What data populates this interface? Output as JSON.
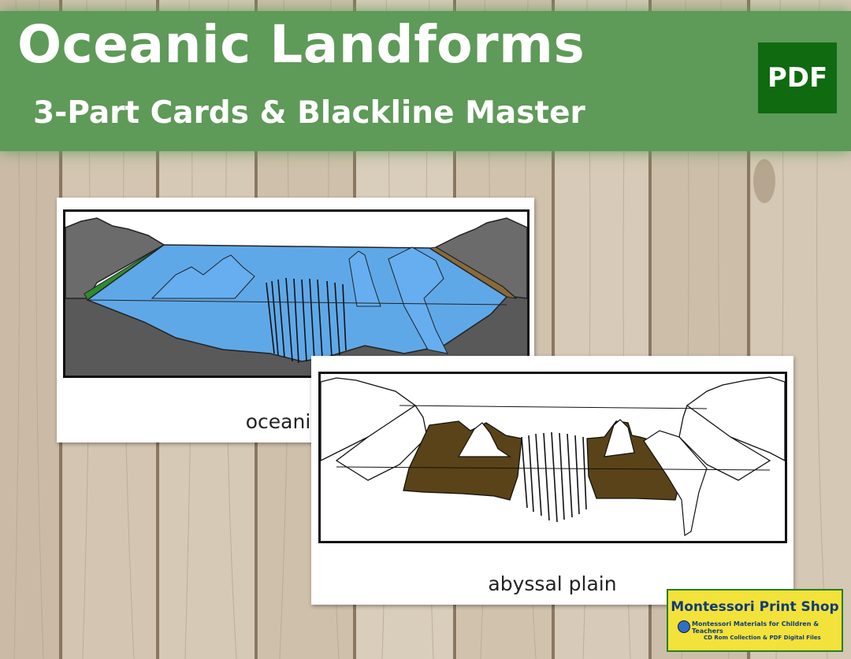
{
  "banner": {
    "title": "Oceanic Landforms",
    "subtitle": "3-Part Cards & Blackline Master",
    "badge": "PDF",
    "color": "#5e9a58",
    "badge_color": "#0f6a10"
  },
  "cards": [
    {
      "caption": "oceanic la",
      "style": "colored"
    },
    {
      "caption": "abyssal plain",
      "style": "outline-highlighted"
    }
  ],
  "logo": {
    "title": "Montessori Print Shop",
    "tagline": "Montessori Materials for Children & Teachers",
    "sub": "CD Rom Collection & PDF Digital Files",
    "icon": "globe-icon"
  }
}
